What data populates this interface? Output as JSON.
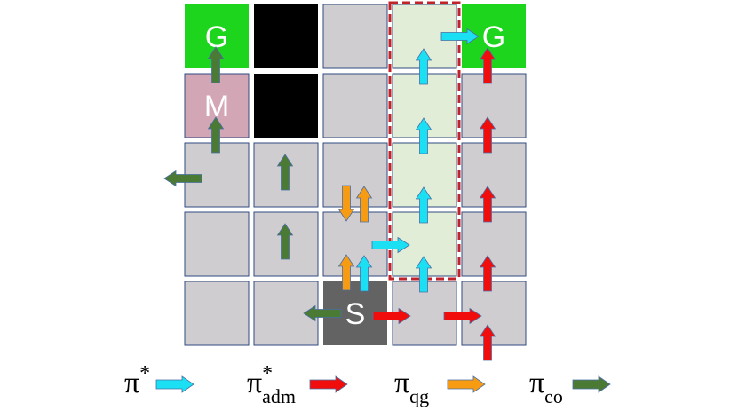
{
  "colors": {
    "empty": "#d0cdd0",
    "goal": "#1ed51e",
    "wall": "#000000",
    "midpoint": "#d3a6b6",
    "start": "#636363",
    "highlight": "#e2edd7",
    "cell_border": "#2f4a80",
    "dashed_border": "#c0232a",
    "pi_star": "#1be0f3",
    "pi_adm": "#f20d0d",
    "pi_qg": "#f79b12",
    "pi_co": "#4b7a34"
  },
  "grid": {
    "rows": 5,
    "cols": 5,
    "cells": [
      [
        "goal",
        "wall",
        "empty",
        "highlight",
        "goal"
      ],
      [
        "midpoint",
        "wall",
        "empty",
        "highlight",
        "empty"
      ],
      [
        "empty",
        "empty",
        "empty",
        "highlight",
        "empty"
      ],
      [
        "empty",
        "empty",
        "empty",
        "highlight",
        "empty"
      ],
      [
        "empty",
        "empty",
        "start",
        "empty",
        "empty"
      ]
    ],
    "labels": [
      {
        "row": 0,
        "col": 0,
        "text": "G"
      },
      {
        "row": 0,
        "col": 4,
        "text": "G"
      },
      {
        "row": 1,
        "col": 0,
        "text": "M"
      },
      {
        "row": 4,
        "col": 2,
        "text": "S"
      }
    ],
    "highlight_region": {
      "col": 3,
      "row_start": 0,
      "row_end": 3,
      "style": "dashed"
    }
  },
  "arrows": [
    {
      "policy": "pi_co",
      "row": 0,
      "col": 0,
      "dir": "up"
    },
    {
      "policy": "pi_co",
      "row": 1,
      "col": 0,
      "dir": "up"
    },
    {
      "policy": "pi_co",
      "row": 2,
      "col": 0,
      "dir": "left"
    },
    {
      "policy": "pi_co",
      "row": 2,
      "col": 1,
      "dir": "up"
    },
    {
      "policy": "pi_co",
      "row": 3,
      "col": 1,
      "dir": "up"
    },
    {
      "policy": "pi_co",
      "row": 4,
      "col": 2,
      "dir": "left"
    },
    {
      "policy": "pi_qg",
      "row": 2,
      "col": 2,
      "dir": "down"
    },
    {
      "policy": "pi_qg",
      "row": 2,
      "col": 2,
      "dir": "up"
    },
    {
      "policy": "pi_qg",
      "row": 3,
      "col": 2,
      "dir": "up"
    },
    {
      "policy": "pi_star",
      "row": 3,
      "col": 2,
      "dir": "up"
    },
    {
      "policy": "pi_star",
      "row": 3,
      "col": 2,
      "dir": "right"
    },
    {
      "policy": "pi_star",
      "row": 0,
      "col": 3,
      "dir": "up"
    },
    {
      "policy": "pi_star",
      "row": 0,
      "col": 3,
      "dir": "right"
    },
    {
      "policy": "pi_star",
      "row": 1,
      "col": 3,
      "dir": "up"
    },
    {
      "policy": "pi_star",
      "row": 2,
      "col": 3,
      "dir": "up"
    },
    {
      "policy": "pi_star",
      "row": 3,
      "col": 3,
      "dir": "up"
    },
    {
      "policy": "pi_adm",
      "row": 4,
      "col": 2,
      "dir": "right"
    },
    {
      "policy": "pi_adm",
      "row": 4,
      "col": 3,
      "dir": "right"
    },
    {
      "policy": "pi_adm",
      "row": 4,
      "col": 4,
      "dir": "up"
    },
    {
      "policy": "pi_adm",
      "row": 3,
      "col": 4,
      "dir": "up"
    },
    {
      "policy": "pi_adm",
      "row": 2,
      "col": 4,
      "dir": "up"
    },
    {
      "policy": "pi_adm",
      "row": 1,
      "col": 4,
      "dir": "up"
    },
    {
      "policy": "pi_adm",
      "row": 0,
      "col": 4,
      "dir": "up"
    }
  ],
  "legend": [
    {
      "policy": "pi_star",
      "symbol": "π",
      "sup": "*",
      "sub": ""
    },
    {
      "policy": "pi_adm",
      "symbol": "π",
      "sup": "*",
      "sub": "adm"
    },
    {
      "policy": "pi_qg",
      "symbol": "π",
      "sup": "",
      "sub": "qg"
    },
    {
      "policy": "pi_co",
      "symbol": "π",
      "sup": "",
      "sub": "co"
    }
  ]
}
